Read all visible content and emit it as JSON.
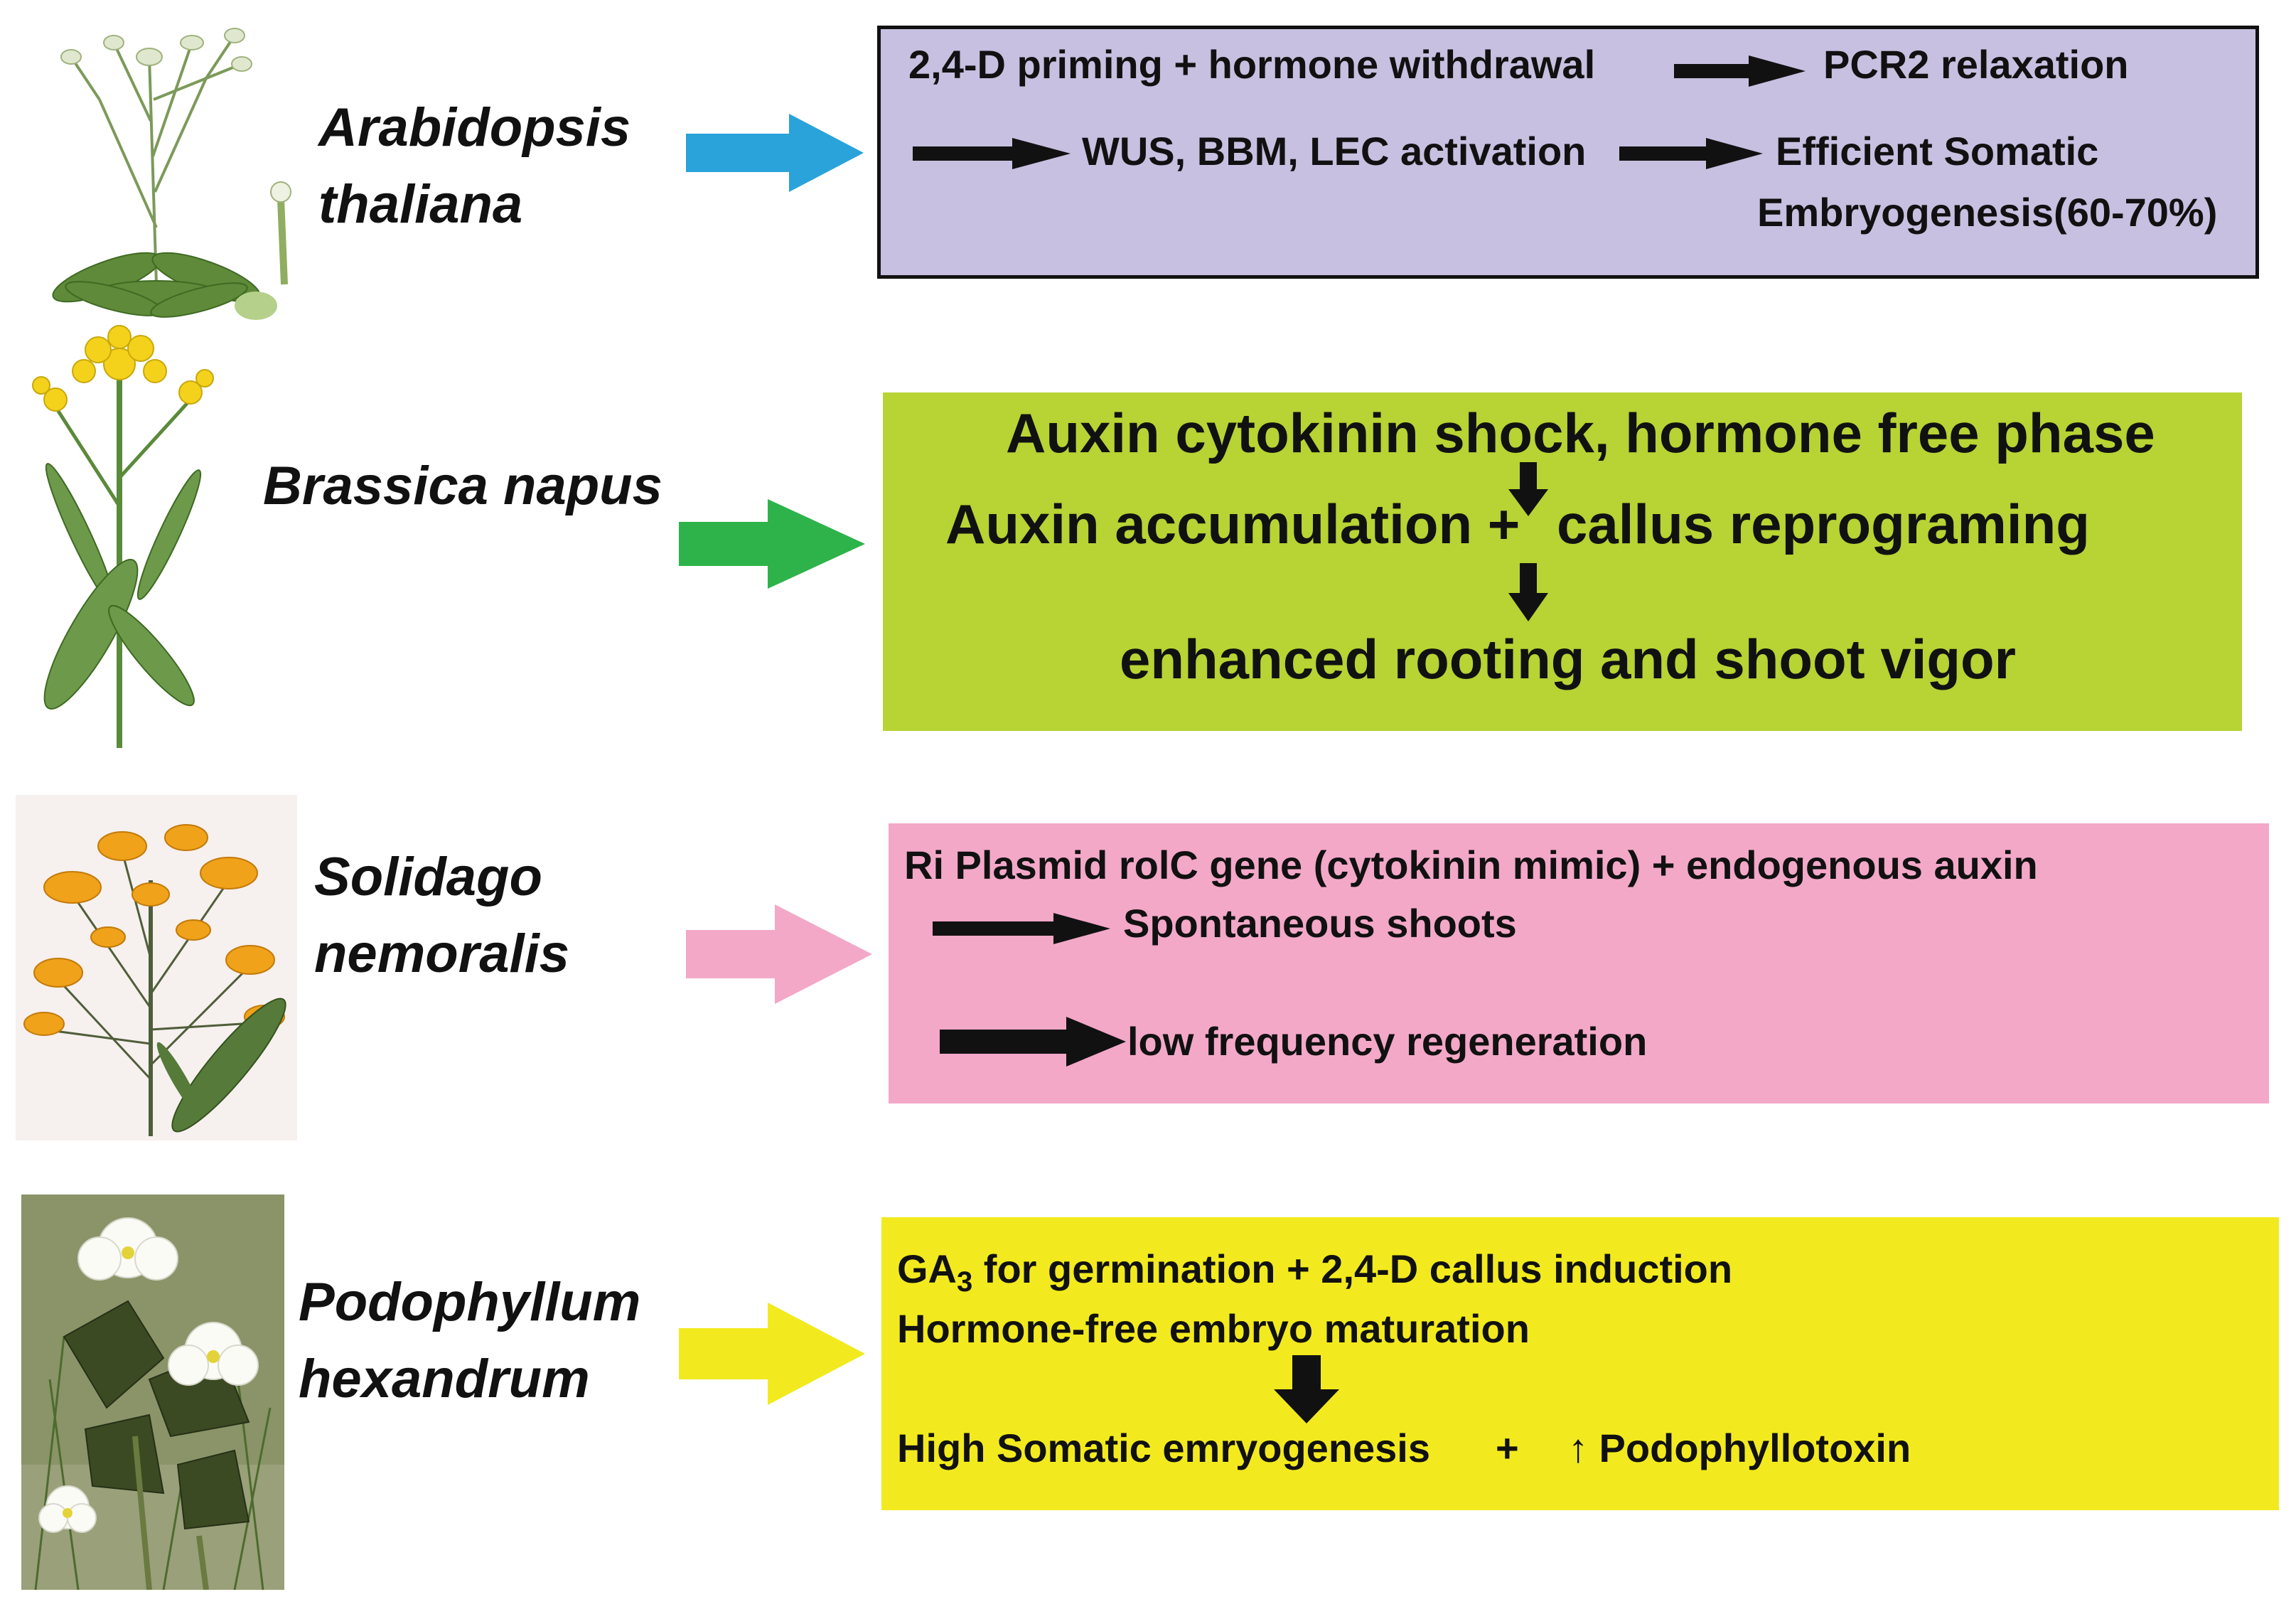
{
  "rows": [
    {
      "species": [
        "Arabidopsis",
        "thaliana"
      ],
      "arrow_color": "#29a3d9",
      "box_color": "#c7c0e0",
      "lines": {
        "l1": "2,4-D priming + hormone withdrawal",
        "l1b": "PCR2 relaxation",
        "l2": "WUS, BBM, LEC activation",
        "l2b": "Efficient Somatic",
        "l3": "Embryogenesis(60-70%)"
      }
    },
    {
      "species": [
        "Brassica napus"
      ],
      "arrow_color": "#2db34a",
      "box_color": "#b7d334",
      "lines": {
        "l1": "Auxin cytokinin shock, hormone free phase",
        "l2a": "Auxin accumulation +",
        "l2b": "callus reprograming",
        "l3": "enhanced rooting and shoot vigor"
      }
    },
    {
      "species": [
        "Solidago",
        "nemoralis"
      ],
      "arrow_color": "#f3a8c8",
      "box_color": "#f3a8c8",
      "lines": {
        "l1": "Ri Plasmid rolC gene (cytokinin mimic) + endogenous auxin",
        "l2": "Spontaneous shoots",
        "l3": "low frequency regeneration"
      }
    },
    {
      "species": [
        "Podophyllum",
        "hexandrum"
      ],
      "arrow_color": "#f2ea1e",
      "box_color": "#f2ea1e",
      "lines": {
        "l1_ga": "GA",
        "l1_sub": "3",
        "l1_rest": " for germination + 2,4-D callus induction",
        "l2": "Hormone-free embryo maturation",
        "l3a": "High Somatic emryogenesis",
        "l3plus": "+",
        "l3b": "↑ Podophyllotoxin"
      }
    }
  ]
}
